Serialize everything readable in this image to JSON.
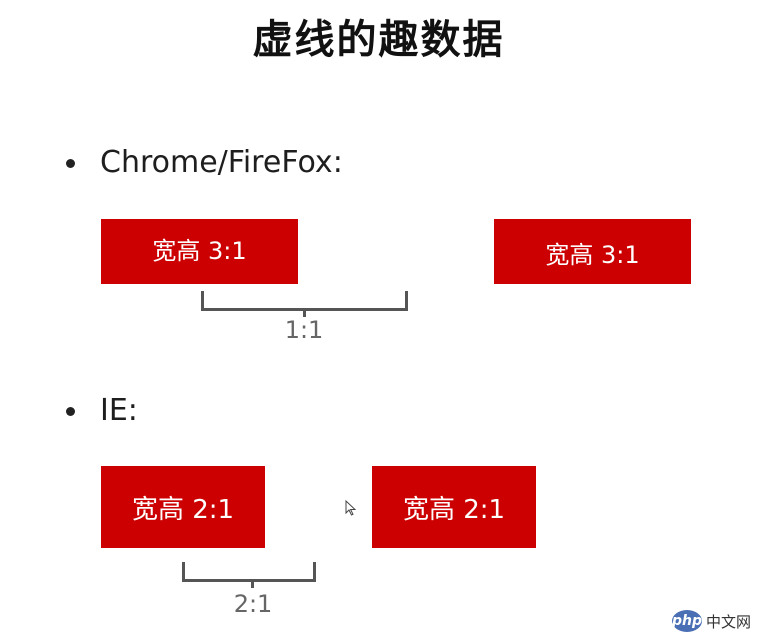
{
  "title": "虚线的趣数据",
  "sections": [
    {
      "heading": "Chrome/FireFox:",
      "box_label": "宽高 3:1",
      "gap_ratio": "1:1"
    },
    {
      "heading": "IE:",
      "box_label": "宽高 2:1",
      "gap_ratio": "2:1"
    }
  ],
  "colors": {
    "box": "#cc0000",
    "bracket": "#555555",
    "title": "#111111"
  },
  "watermark": {
    "badge": "php",
    "text": "中文网"
  },
  "icons": [
    "mouse-cursor-icon"
  ]
}
